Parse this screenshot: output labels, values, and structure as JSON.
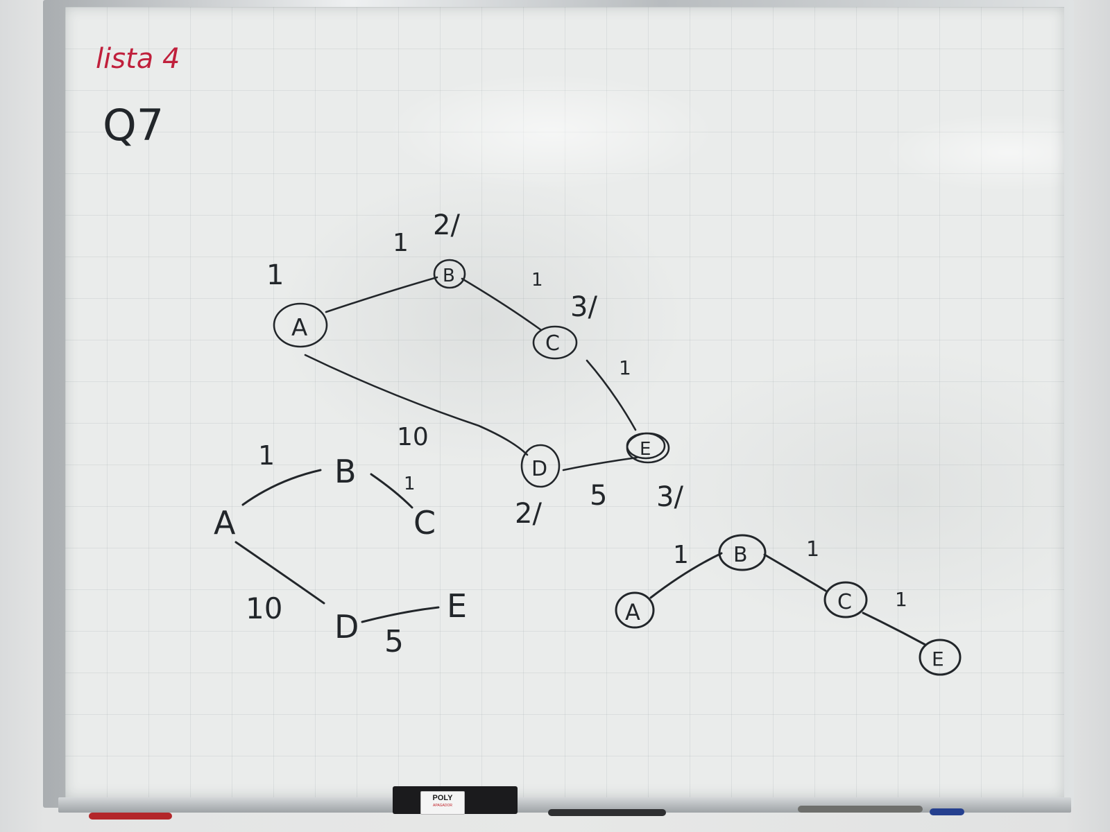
{
  "board": {
    "title": "lista 4",
    "question": "Q7",
    "ink_color": "#22262a",
    "title_color": "#c0203c"
  },
  "graph": {
    "nodes": [
      "A",
      "B",
      "C",
      "D",
      "E"
    ],
    "edges": [
      {
        "from": "A",
        "to": "B",
        "weight": "1"
      },
      {
        "from": "B",
        "to": "C",
        "weight": "1"
      },
      {
        "from": "A",
        "to": "D",
        "weight": "10"
      },
      {
        "from": "D",
        "to": "E",
        "weight": "5"
      }
    ]
  },
  "middle_graph": {
    "nodes": [
      "A",
      "B",
      "C",
      "D",
      "E"
    ],
    "distances": {
      "A": "1",
      "B": "2",
      "C": "3",
      "D": "2",
      "E": "3"
    },
    "edge_weights": {
      "A-B": "1",
      "B-C": "1",
      "C-E": "1",
      "A-D": "10",
      "D-E": "5"
    },
    "distance_labels": {
      "A": "1",
      "B": "2/",
      "C": "3/",
      "D": "2/",
      "E": "3/"
    }
  },
  "tree": {
    "nodes": [
      "A",
      "B",
      "C",
      "E"
    ],
    "edge_weights": {
      "A-B": "1",
      "B-C": "1",
      "C-E": "1"
    }
  },
  "eraser": {
    "brand": "POLY",
    "model": "APAGADOR"
  }
}
